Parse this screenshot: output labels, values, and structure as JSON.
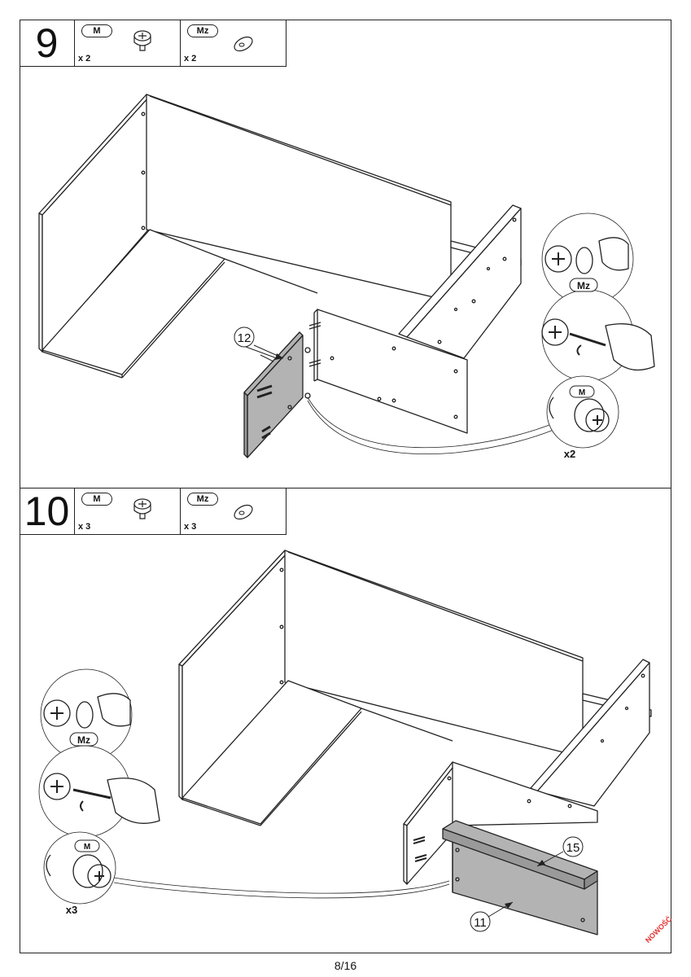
{
  "steps": [
    {
      "number": "9",
      "parts": [
        {
          "code": "M",
          "qty": "x 2",
          "icon": "cam-lock-icon"
        },
        {
          "code": "Mz",
          "qty": "x 2",
          "icon": "cam-cover-icon"
        }
      ],
      "callouts": {
        "panel": "12",
        "detail_code_cover": "Mz",
        "detail_code_cam": "M",
        "multiplier": "x2"
      }
    },
    {
      "number": "10",
      "parts": [
        {
          "code": "M",
          "qty": "x 3",
          "icon": "cam-lock-icon"
        },
        {
          "code": "Mz",
          "qty": "x 3",
          "icon": "cam-cover-icon"
        }
      ],
      "callouts": {
        "panel_shelf": "15",
        "panel_back": "11",
        "detail_code_cover": "Mz",
        "detail_code_cam": "M",
        "multiplier": "x3"
      }
    }
  ],
  "footer": {
    "page": "8/16",
    "brand": "NOWOŚĆ"
  },
  "colors": {
    "panel_gray": "#b3b3b3",
    "line": "#222222",
    "brand": "#e3302f"
  }
}
